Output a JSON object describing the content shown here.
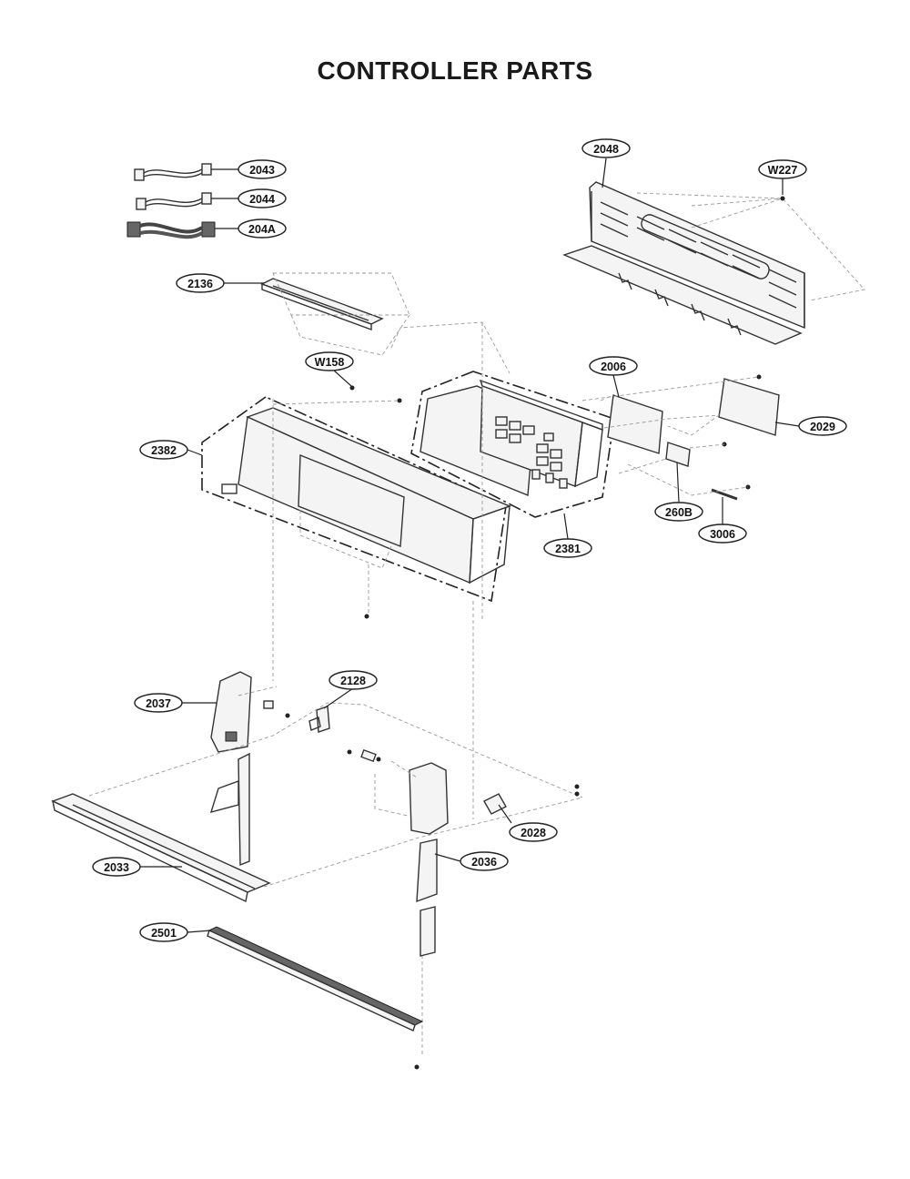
{
  "title": "CONTROLLER PARTS",
  "callouts": {
    "c2043": "2043",
    "c2044": "2044",
    "c204A": "204A",
    "c2136": "2136",
    "cW158": "W158",
    "c2382": "2382",
    "c2048": "2048",
    "cW227": "W227",
    "c2006": "2006",
    "c2029": "2029",
    "c260B": "260B",
    "c3006": "3006",
    "c2381": "2381",
    "c2128": "2128",
    "c2037": "2037",
    "c2028": "2028",
    "c2036": "2036",
    "c2033": "2033",
    "c2501": "2501"
  }
}
